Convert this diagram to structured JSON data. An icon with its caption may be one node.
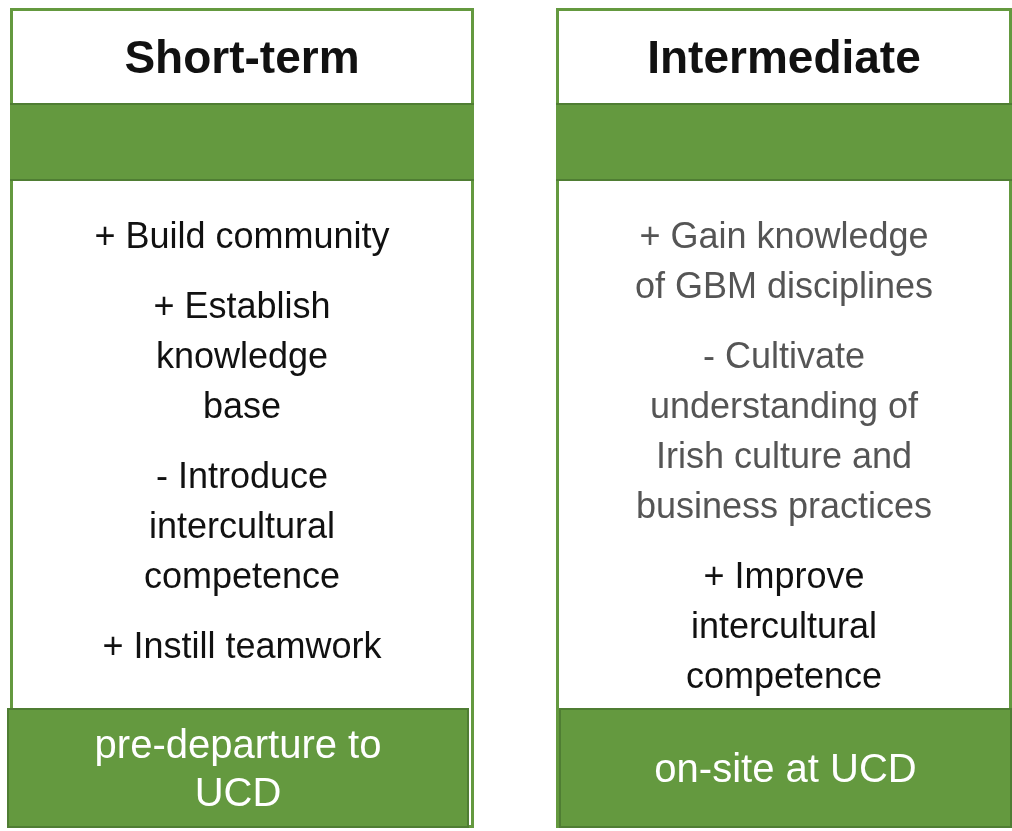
{
  "diagram": {
    "nodes": [
      {
        "text": [
          "Short-term"
        ]
      },
      {
        "text": [],
        "shape": "bar",
        "in": 0
      },
      {
        "text": [
          "+ Build community",
          "+ Establish knowledge base",
          "- Introduce intercultural competence",
          "+ Instill teamwork"
        ],
        "in": 0
      },
      {
        "text": [
          "pre-departure to UCD"
        ],
        "in": 0
      },
      {
        "text": [
          "Intermediate"
        ]
      },
      {
        "text": [],
        "shape": "bar",
        "in": 4
      },
      {
        "text": [
          "+ Gain knowledge of GBM disciplines",
          "- Cultivate understanding of Irish culture and business practices",
          "+ Improve intercultural competence"
        ],
        "in": 4
      },
      {
        "text": [
          "on-site at UCD"
        ],
        "in": 4
      }
    ]
  }
}
